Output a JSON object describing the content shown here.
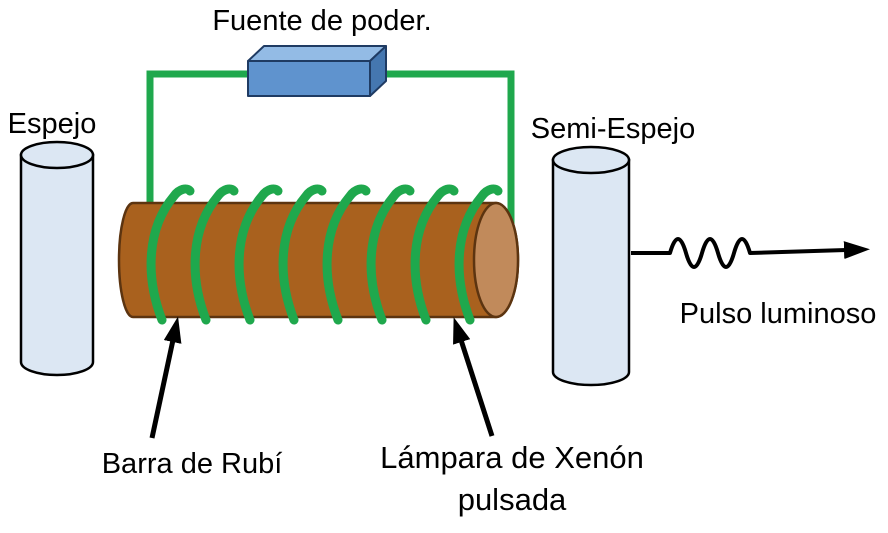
{
  "labels": {
    "power_supply": "Fuente de poder.",
    "mirror": "Espejo",
    "semi_mirror": "Semi-Espejo",
    "light_pulse": "Pulso luminoso",
    "ruby_rod": "Barra de Rubí",
    "xenon_lamp_line1": "Lámpara de Xenón",
    "xenon_lamp_line2": "pulsada"
  },
  "colors": {
    "wire_green": "#1FA84D",
    "box_front": "#5F93CE",
    "box_top": "#93BBE5",
    "box_side": "#4577B0",
    "box_outline": "#1F3B63",
    "mirror_fill": "#DCE7F3",
    "rod_body": "#A9611E",
    "rod_cap": "#C18A5B",
    "rod_outline": "#5C3410",
    "arrow_black": "#000000"
  }
}
